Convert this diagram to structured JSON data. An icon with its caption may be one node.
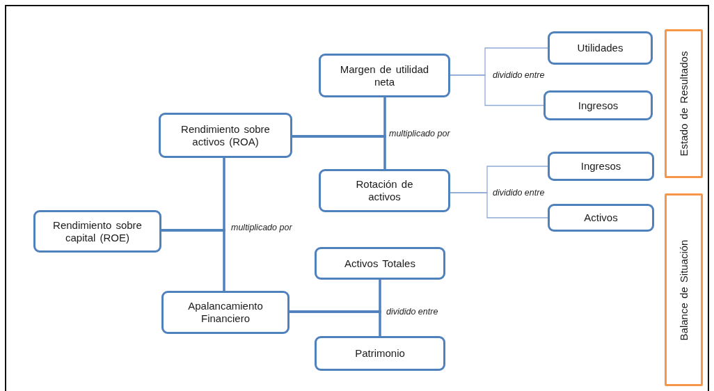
{
  "diagram": {
    "nodes": [
      {
        "text": [
          "Margen de utilidad neta"
        ]
      },
      {
        "text": [
          "Utilidades"
        ]
      },
      {
        "text": [
          "Ingresos"
        ]
      },
      {
        "text": [
          "Estado de Resultados"
        ]
      },
      {
        "text": [
          "Rendimiento sobre activos (ROA)"
        ]
      },
      {
        "text": [
          "Rotación de activos"
        ]
      },
      {
        "text": [
          "Ingresos"
        ]
      },
      {
        "text": [
          "Activos"
        ]
      },
      {
        "text": [
          "Balance de Situación"
        ]
      },
      {
        "text": [
          "Rendimiento sobre capital (ROE)"
        ]
      },
      {
        "text": [
          "Activos Totales"
        ]
      },
      {
        "text": [
          "Apalancamiento Financiero"
        ]
      },
      {
        "text": [
          "Patrimonio"
        ]
      }
    ],
    "edges": [
      {
        "from": 1,
        "to": 0,
        "arrow": "none",
        "label": "dividido entre",
        "color": "#8eaad6"
      },
      {
        "from": 2,
        "to": 0,
        "arrow": "none",
        "color": "#8eaad6"
      },
      {
        "from": 0,
        "to": 4,
        "arrow": "none",
        "label": "multiplicado por"
      },
      {
        "from": 5,
        "to": 4,
        "arrow": "none"
      },
      {
        "from": 6,
        "to": 5,
        "arrow": "none",
        "label": "dividido entre",
        "color": "#8eaad6"
      },
      {
        "from": 7,
        "to": 5,
        "arrow": "none",
        "color": "#8eaad6"
      },
      {
        "from": 4,
        "to": 9,
        "arrow": "none",
        "label": "multiplicado por"
      },
      {
        "from": 11,
        "to": 9,
        "arrow": "none"
      },
      {
        "from": 10,
        "to": 11,
        "arrow": "none",
        "label": "dividido entre"
      },
      {
        "from": 12,
        "to": 11,
        "arrow": "none"
      }
    ]
  }
}
